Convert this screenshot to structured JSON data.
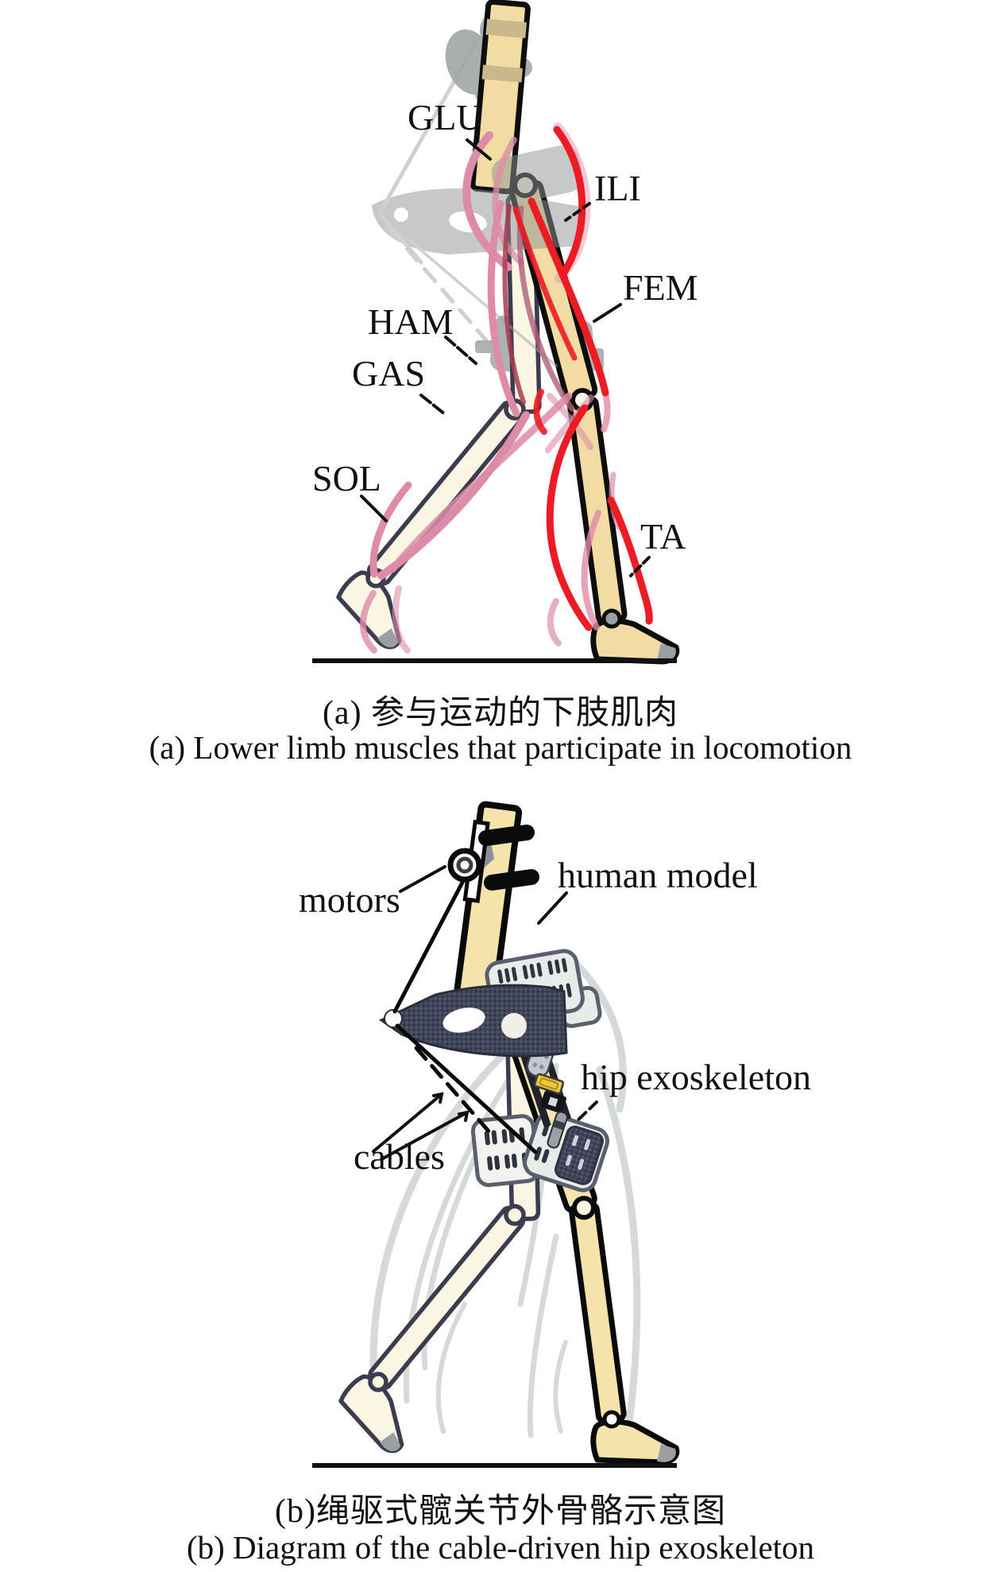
{
  "figure_a": {
    "labels": {
      "glu": "GLU",
      "ili": "ILI",
      "fem": "FEM",
      "ham": "HAM",
      "gas": "GAS",
      "sol": "SOL",
      "ta": "TA"
    },
    "caption_zh": "(a) 参与运动的下肢肌肉",
    "caption_en": "(a) Lower limb muscles that participate in locomotion"
  },
  "figure_b": {
    "labels": {
      "motors": "motors",
      "human_model": "human model",
      "hip_exoskeleton": "hip exoskeleton",
      "cables": "cables"
    },
    "caption_zh": "(b)绳驱式髋关节外骨骼示意图",
    "caption_en": "(b) Diagram of the cable-driven hip exoskeleton"
  },
  "colors": {
    "bone_tan": "#F2DCA4",
    "bone_cream": "#FBF6E3",
    "outline_dark": "#0d0d0d",
    "outline_navy": "#3C3C50",
    "muscle_red": "#EC1B24",
    "muscle_pink": "#DE8BA7",
    "ghost_gray": "#9BA0A2",
    "exo_silver": "#E9EBE9",
    "exo_dark": "#40455A",
    "buckle_yellow": "#EFC73B"
  }
}
